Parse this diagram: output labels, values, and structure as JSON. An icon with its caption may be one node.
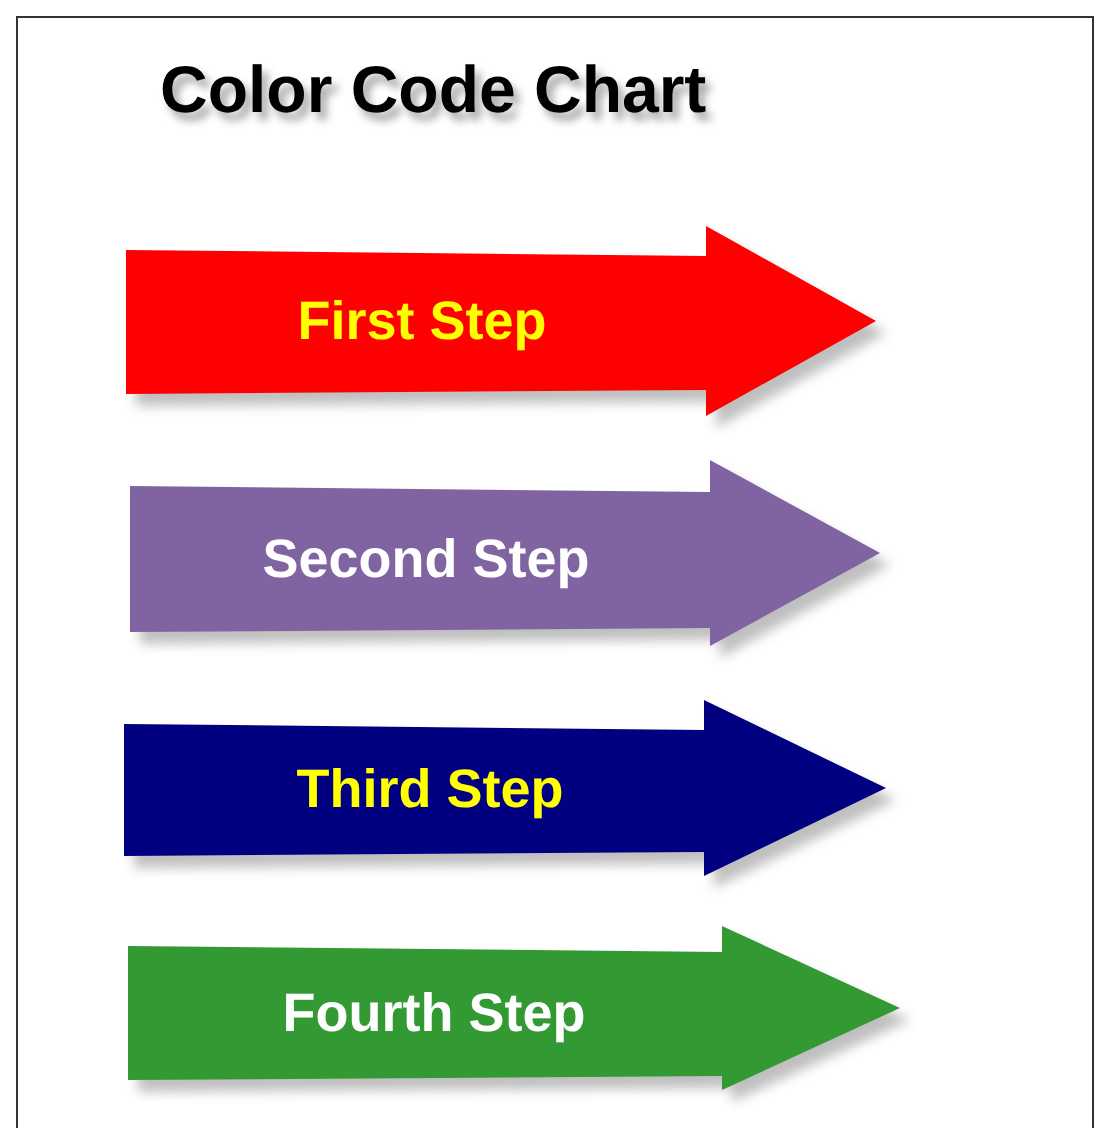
{
  "diagram": {
    "title": "Color Code Chart",
    "nodes": [
      {
        "text": [
          "First Step"
        ]
      },
      {
        "text": [
          "Second Step"
        ]
      },
      {
        "text": [
          "Third Step"
        ]
      },
      {
        "text": [
          "Fourth Step"
        ]
      }
    ],
    "edges": []
  }
}
